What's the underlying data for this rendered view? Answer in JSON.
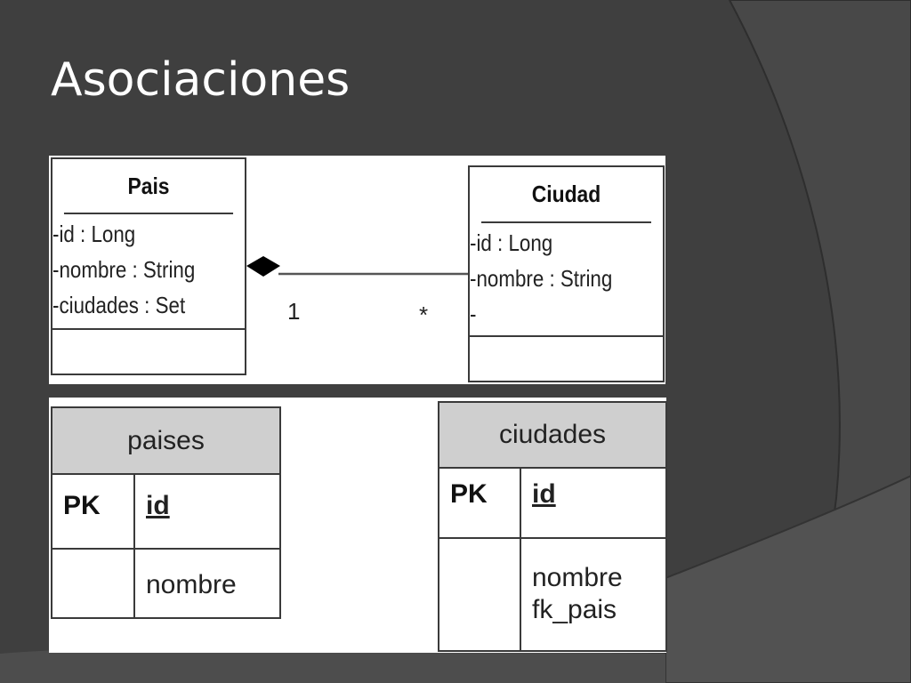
{
  "slide": {
    "title": "Asociaciones"
  },
  "colors": {
    "background": "#3f3f3f",
    "arc": "#4a4a4a",
    "title": "#ffffff",
    "table_header": "#cfcfcf"
  },
  "uml": {
    "pais": {
      "name": "Pais",
      "attributes": [
        "-id : Long",
        "-nombre : String",
        "-ciudades : Set"
      ]
    },
    "ciudad": {
      "name": "Ciudad",
      "attributes": [
        "-id : Long",
        "-nombre : String",
        "-"
      ]
    },
    "association": {
      "source_multiplicity": "1",
      "target_multiplicity": "*",
      "source_end": "filled-diamond-icon"
    }
  },
  "database": {
    "paises": {
      "name": "paises",
      "key_label": "PK",
      "pk_column": "id",
      "columns": [
        "nombre"
      ]
    },
    "ciudades": {
      "name": "ciudades",
      "key_label": "PK",
      "pk_column": "id",
      "columns": [
        "nombre",
        "fk_pais"
      ]
    }
  }
}
